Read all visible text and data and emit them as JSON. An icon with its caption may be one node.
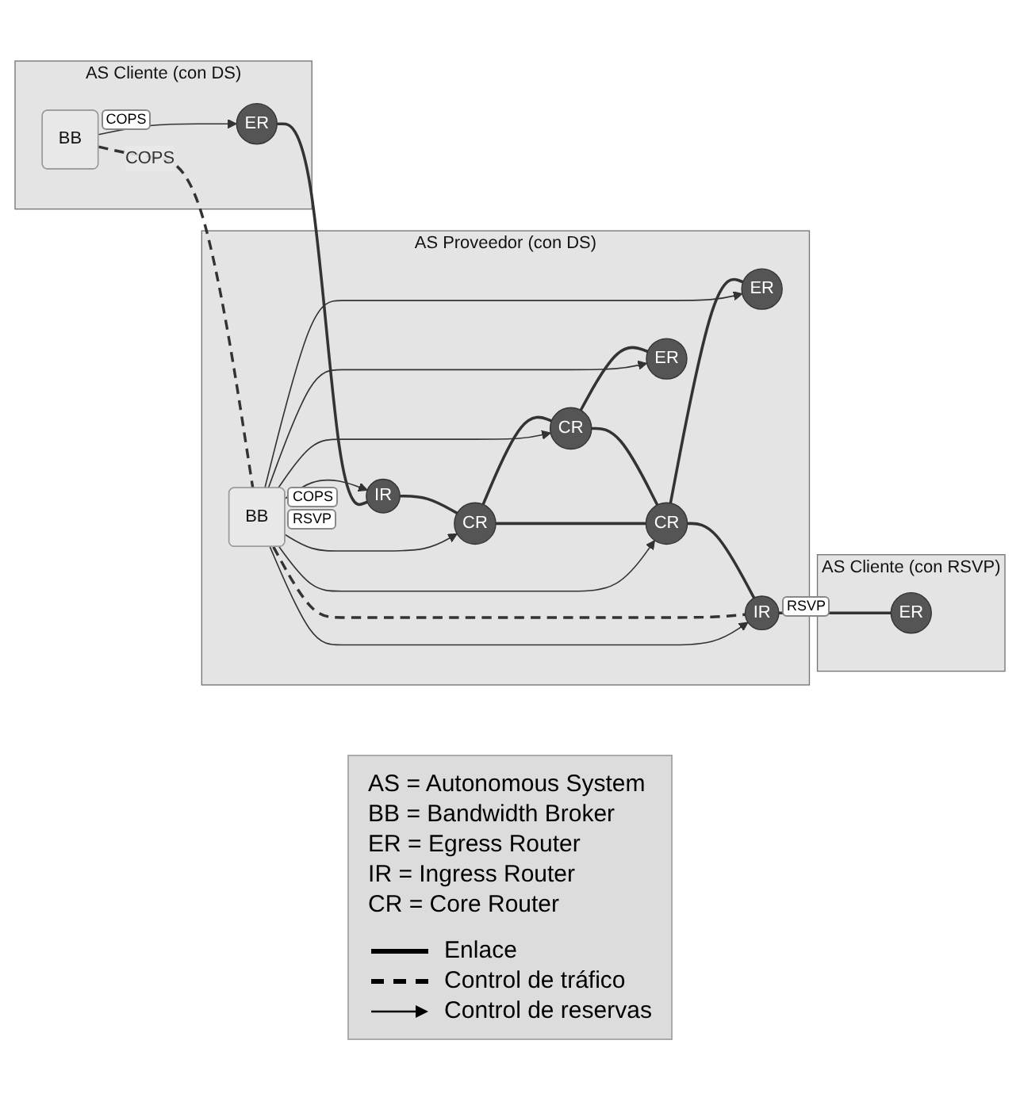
{
  "diagram": {
    "nodes": [
      {
        "text": [
          "AS Cliente (con DS)"
        ]
      },
      {
        "text": [
          "BB"
        ],
        "in": 0,
        "beside": [
          "COPS"
        ]
      },
      {
        "text": [
          "ER"
        ],
        "in": 0
      },
      {
        "text": [
          "AS Proveedor (con DS)"
        ]
      },
      {
        "text": [
          "BB"
        ],
        "in": 3,
        "beside": [
          "COPS",
          "RSVP"
        ]
      },
      {
        "text": [
          "IR"
        ],
        "in": 3
      },
      {
        "text": [
          "CR"
        ],
        "in": 3
      },
      {
        "text": [
          "CR"
        ],
        "in": 3
      },
      {
        "text": [
          "CR"
        ],
        "in": 3
      },
      {
        "text": [
          "ER"
        ],
        "in": 3
      },
      {
        "text": [
          "ER"
        ],
        "in": 3
      },
      {
        "text": [
          "IR"
        ],
        "in": 3,
        "beside": [
          "RSVP"
        ]
      },
      {
        "text": [
          "AS Cliente (con RSVP)"
        ]
      },
      {
        "text": [
          "ER"
        ],
        "in": 12
      }
    ],
    "edges": [
      {
        "from": 1,
        "to": 2,
        "arrow": "to"
      },
      {
        "from": 1,
        "to": 4,
        "arrow": "none",
        "style": "dashed",
        "label": "COPS"
      },
      {
        "from": 2,
        "to": 5,
        "arrow": "none"
      },
      {
        "from": 4,
        "to": 5,
        "arrow": "to"
      },
      {
        "from": 4,
        "to": 11,
        "arrow": "to"
      },
      {
        "from": 4,
        "to": 11,
        "arrow": "none",
        "style": "dashed"
      },
      {
        "from": 4,
        "to": 6,
        "arrow": "to"
      },
      {
        "from": 4,
        "to": 8,
        "arrow": "to"
      },
      {
        "from": 4,
        "to": 7,
        "arrow": "to"
      },
      {
        "from": 4,
        "to": 10,
        "arrow": "to"
      },
      {
        "from": 4,
        "to": 9,
        "arrow": "to"
      },
      {
        "from": 5,
        "to": 6,
        "arrow": "none"
      },
      {
        "from": 6,
        "to": 7,
        "arrow": "none"
      },
      {
        "from": 6,
        "to": 8,
        "arrow": "none"
      },
      {
        "from": 7,
        "to": 8,
        "arrow": "none"
      },
      {
        "from": 7,
        "to": 9,
        "arrow": "none"
      },
      {
        "from": 8,
        "to": 10,
        "arrow": "none"
      },
      {
        "from": 8,
        "to": 11,
        "arrow": "none"
      },
      {
        "from": 11,
        "to": 13,
        "arrow": "none"
      }
    ],
    "labels": [
      "AS = Autonomous System",
      "BB = Bandwidth Broker",
      "ER = Egress Router",
      "IR = Ingress Router",
      "CR = Core Router"
    ],
    "legend": [
      {
        "text": "Enlace"
      },
      {
        "text": "Control de tráfico"
      },
      {
        "text": "Control de reservas"
      }
    ]
  }
}
